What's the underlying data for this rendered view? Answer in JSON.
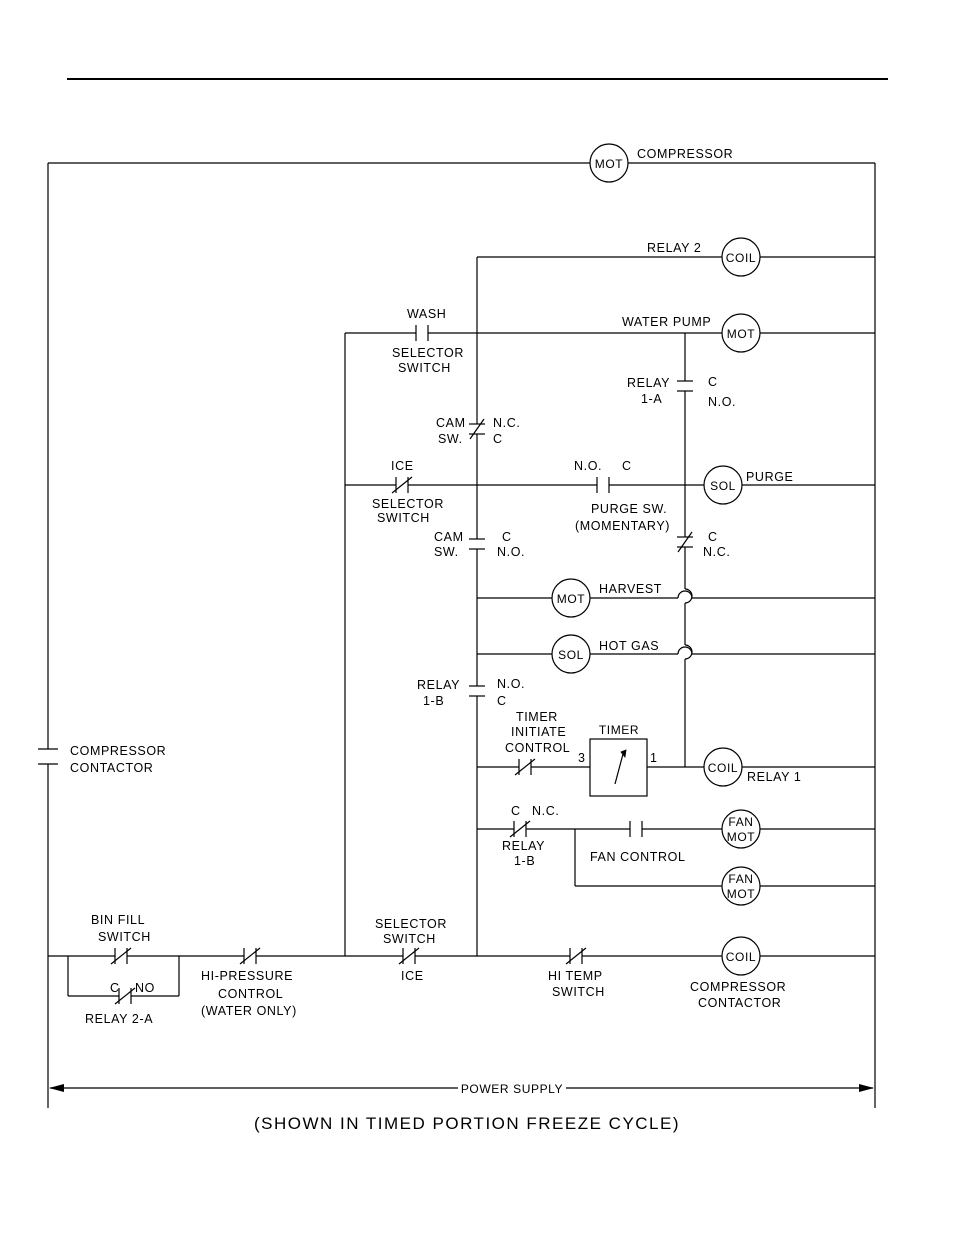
{
  "components": {
    "mot_compressor": "MOT",
    "coil_relay2": "COIL",
    "mot_water_pump": "MOT",
    "sol_purge": "SOL",
    "mot_harvest": "MOT",
    "sol_hot_gas": "SOL",
    "coil_relay1": "COIL",
    "fan_mot_1a": "FAN",
    "fan_mot_1b": "MOT",
    "fan_mot_2a": "FAN",
    "fan_mot_2b": "MOT",
    "coil_compressor_contactor": "COIL",
    "timer": "TIMER"
  },
  "labels": {
    "compressor": "COMPRESSOR",
    "relay_2": "RELAY 2",
    "wash": "WASH",
    "selector_switch_1": "SELECTOR",
    "selector_switch_2": "SWITCH",
    "water_pump": "WATER PUMP",
    "relay_1a_1": "RELAY",
    "relay_1a_2": "1-A",
    "relay_1a_c": "C",
    "relay_1a_no": "N.O.",
    "cam_sw1_1": "CAM",
    "cam_sw1_2": "SW.",
    "cam_sw1_nc": "N.C.",
    "cam_sw1_c": "C",
    "ice_top": "ICE",
    "ice_selector_1": "SELECTOR",
    "ice_selector_2": "SWITCH",
    "purge_no": "N.O.",
    "purge_c": "C",
    "purge": "PURGE",
    "purge_sw": "PURGE SW.",
    "momentary": "(MOMENTARY)",
    "cam_sw2_1": "CAM",
    "cam_sw2_2": "SW.",
    "cam_sw2_c": "C",
    "cam_sw2_no": "N.O.",
    "right_c": "C",
    "right_nc": "N.C.",
    "harvest": "HARVEST",
    "hot_gas": "HOT GAS",
    "relay_1b_1": "RELAY",
    "relay_1b_2": "1-B",
    "relay_1b_no": "N.O.",
    "relay_1b_c": "C",
    "timer_initiate_1": "TIMER",
    "timer_initiate_2": "INITIATE",
    "timer_initiate_3": "CONTROL",
    "timer_pin_3": "3",
    "timer_pin_1": "1",
    "relay_1": "RELAY 1",
    "compressor_contactor_1": "COMPRESSOR",
    "compressor_contactor_2": "CONTACTOR",
    "relay_1b_lower_c": "C",
    "relay_1b_lower_nc": "N.C.",
    "relay_1b_lower_1": "RELAY",
    "relay_1b_lower_2": "1-B",
    "fan_control": "FAN CONTROL",
    "bin_fill_1": "BIN FILL",
    "bin_fill_2": "SWITCH",
    "relay_2a_c": "C",
    "relay_2a_no": "NO",
    "relay_2a": "RELAY 2-A",
    "hi_pressure_1": "HI-PRESSURE",
    "hi_pressure_2": "CONTROL",
    "hi_pressure_3": "(WATER ONLY)",
    "sel_bottom_1": "SELECTOR",
    "sel_bottom_2": "SWITCH",
    "sel_bottom_ice": "ICE",
    "hi_temp_1": "HI TEMP",
    "hi_temp_2": "SWITCH",
    "comp_cont_bottom_1": "COMPRESSOR",
    "comp_cont_bottom_2": "CONTACTOR",
    "power_supply": "POWER SUPPLY",
    "caption": "(SHOWN IN TIMED PORTION FREEZE CYCLE)"
  }
}
